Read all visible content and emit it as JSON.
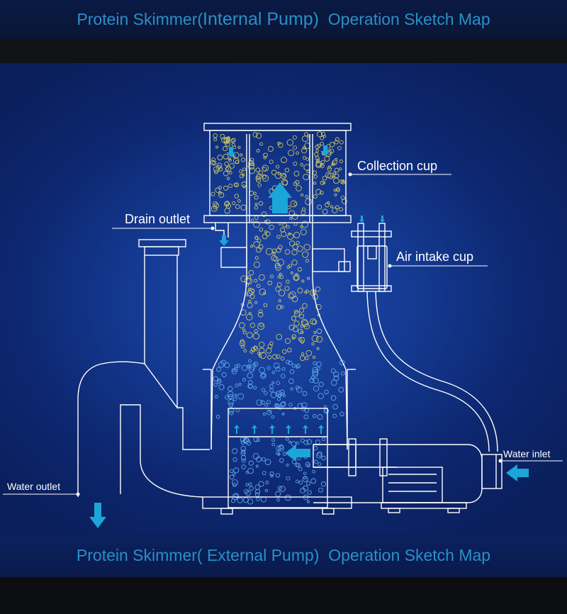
{
  "header": {
    "title_prefix": "Protein Skimmer(",
    "title_emph": " Internal Pump)",
    "title_suffix": "  Operation Sketch Map"
  },
  "footer": {
    "title": "Protein Skimmer( External Pump)  Operation Sketch Map"
  },
  "labels": {
    "collection_cup": "Collection cup",
    "drain_outlet": "Drain outlet",
    "air_intake_cup": "Air intake cup",
    "water_inlet": "Water inlet",
    "water_outlet": "Water outlet"
  },
  "colors": {
    "title_text": "#2a8fc9",
    "outline": "#ffffff",
    "flow_arrow": "#1aa6d8",
    "bubble_yellow": "#c9c46a",
    "bubble_blue": "#5fa8e8",
    "background_center": "#1f4ab0",
    "background_edge": "#0a1f5c"
  }
}
